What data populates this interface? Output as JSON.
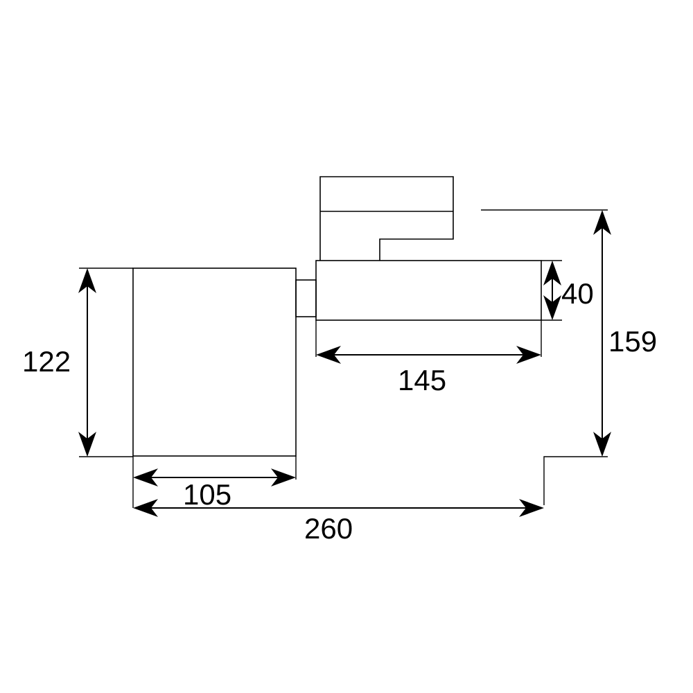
{
  "dimensions": {
    "overall_height": "159",
    "head_height": "122",
    "adapter_height": "40",
    "adapter_length": "145",
    "head_length": "105",
    "overall_length": "260"
  },
  "colors": {
    "line": "#000000",
    "background": "#ffffff"
  }
}
